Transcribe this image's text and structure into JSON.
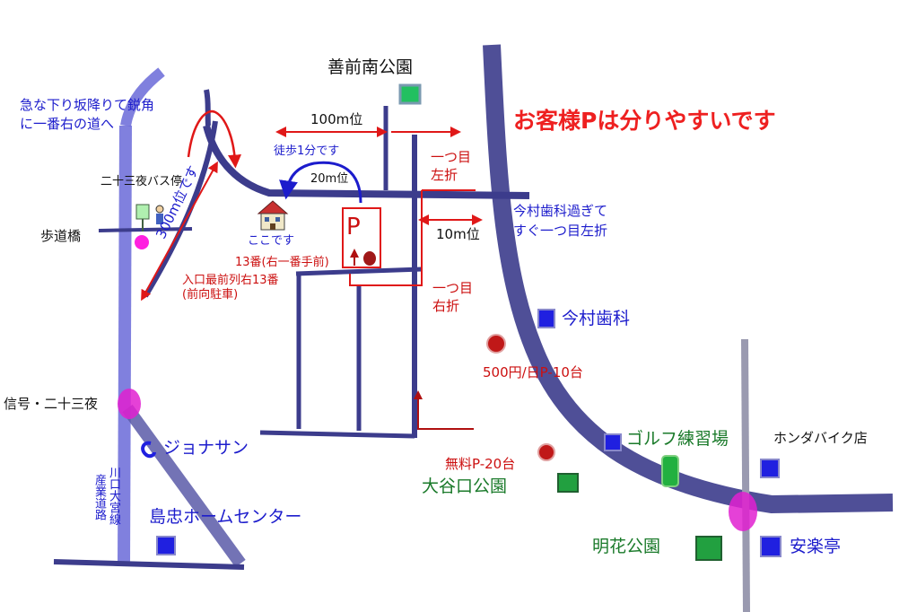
{
  "title": "お客様Pは分りやすいです",
  "parking": {
    "letter": "P",
    "here": "ここです",
    "spot": "13番(右一番手前)",
    "entry_line1": "入口最前列右13番",
    "entry_line2": "(前向駐車)"
  },
  "distances": {
    "walk": "徒歩1分です",
    "d20m": "20m位",
    "d100m": "100m位",
    "d10m": "10m位",
    "d300m": "300m位です"
  },
  "directions": {
    "downhill_line1": "急な下り坂降りて鋭角",
    "downhill_line2": "に一番右の道へ",
    "first_left_1": "一つ目",
    "first_left_2": "左折",
    "first_right_1": "一つ目",
    "first_right_2": "右折",
    "imamura_turn_1": "今村歯科過ぎて",
    "imamura_turn_2": "すぐ一つ目左折"
  },
  "places": {
    "zenmae_park": "善前南公園",
    "bus_stop": "二十三夜バス停",
    "footbridge": "歩道橋",
    "signal": "信号・二十三夜",
    "jonathan": "ジョナサン",
    "shimachu": "島忠ホームセンター",
    "road_name_1": "産業道路",
    "road_name_2": "川口大宮線",
    "imamura_dental": "今村歯科",
    "paid_parking": "500円/日P-10台",
    "free_parking": "無料P-20台",
    "oyaguchi_park": "大谷口公園",
    "golf": "ゴルフ練習場",
    "honda": "ホンダバイク店",
    "meika_park": "明花公園",
    "anrakutei": "安楽亭"
  },
  "colors": {
    "road": "#3c3c8c",
    "main_road": "#6a6ad8",
    "route_red": "#e01818",
    "walk_blue": "#1c1ccc",
    "signal_magenta": "#e020d0",
    "marker_blue": "#2020e0",
    "marker_green": "#22a040",
    "marker_red": "#c01818"
  }
}
